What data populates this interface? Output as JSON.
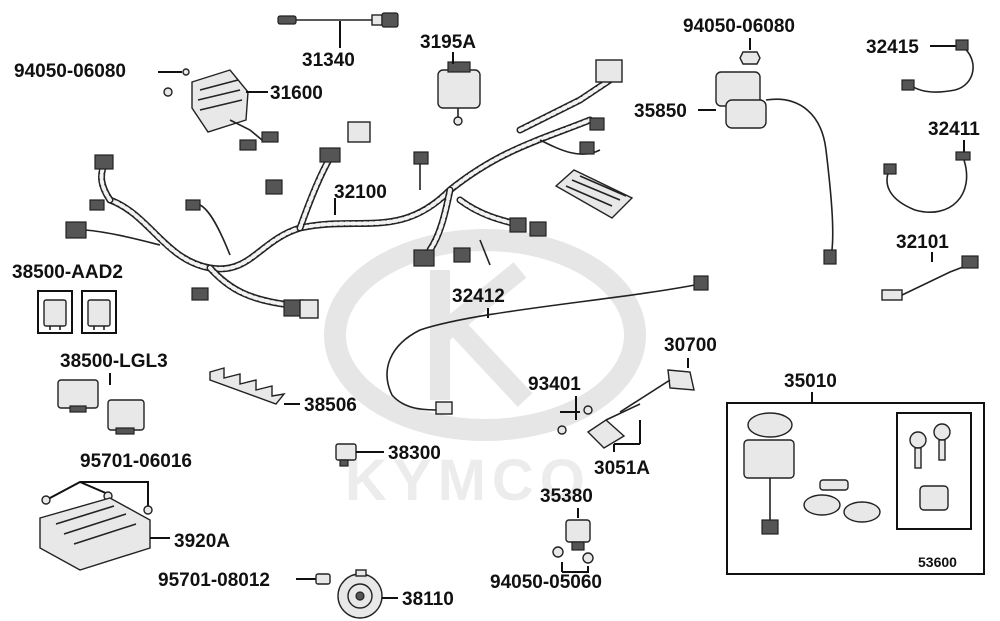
{
  "watermark": {
    "brand": "KYMCO"
  },
  "labels": {
    "p31340": "31340",
    "p3195A": "3195A",
    "p94050_06080_top": "94050-06080",
    "p94050_06080_left": "94050-06080",
    "p31600": "31600",
    "p32415": "32415",
    "p35850": "35850",
    "p32411": "32411",
    "p32100": "32100",
    "p32101": "32101",
    "p38500_AAD2": "38500-AAD2",
    "p32412": "32412",
    "p30700": "30700",
    "p38500_LGL3": "38500-LGL3",
    "p93401": "93401",
    "p35010": "35010",
    "p38506": "38506",
    "p38300": "38300",
    "p3051A": "3051A",
    "p95701_06016": "95701-06016",
    "p35380": "35380",
    "p3920A": "3920A",
    "p95701_08012": "95701-08012",
    "p94050_05060": "94050-05060",
    "p38110": "38110",
    "p53600": "53600"
  }
}
